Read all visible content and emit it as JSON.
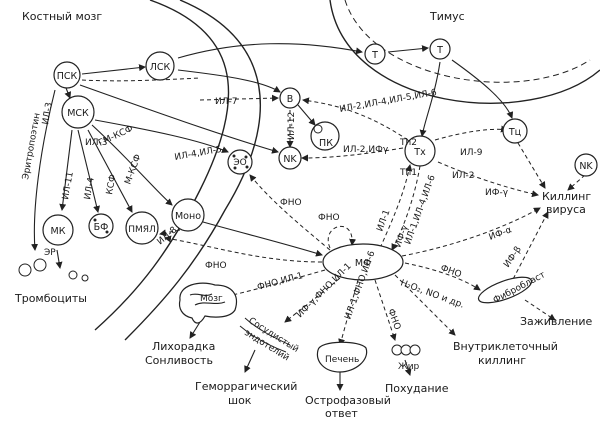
{
  "regions": {
    "bone_marrow": "Костный мозг",
    "thymus": "Тимус"
  },
  "cells": {
    "psk": "ПСК",
    "lsk": "ЛСК",
    "msk": "МСК",
    "t_thymus_1": "Т",
    "t_thymus_2": "Т",
    "b": "В",
    "pk": "ПК",
    "nk_center": "NK",
    "nk_right": "NK",
    "tc": "Тц",
    "th": "Тх",
    "eo": "ЭО",
    "mono": "Моно",
    "mk": "МК",
    "bf": "БФ",
    "pmyal": "ПМЯЛ",
    "er": "ЭР",
    "mf": "МФ"
  },
  "cytokines": {
    "erythropoietin": "Эритропоэтин",
    "il3_a": "ИЛ-3",
    "il3_b": "ИЛ-3",
    "il7": "ИЛ-7",
    "il12": "ИЛ-12",
    "il245": "ИЛ-2,ИЛ-4,ИЛ-5,ИЛ-6",
    "gm_csf": "ГМ-КСФ",
    "il4_il5": "ИЛ-4,ИЛ-5",
    "il2_ifg": "ИЛ-2,ИФγ",
    "th2": "Тh2",
    "th1": "Тh1",
    "il9": "ИЛ-9",
    "il2": "ИЛ-2",
    "if_gamma": "ИФ-γ",
    "il11": "ИЛ-11",
    "il4": "ИЛ-4",
    "csf": "КСФ",
    "m_csf": "М-КСФ",
    "il8": "ИЛ-8",
    "fno_top": "ФНО",
    "fno_loop": "ФНО",
    "fno_left": "ФНО",
    "il1": "ИЛ-1",
    "if_gamma_mf": "ИФ-γ",
    "il_1_4_6": "ИЛ-1,ИЛ-4,ИЛ-6",
    "if_alpha": "ИФ-α",
    "fno_il1": "ФНО,ИЛ-1",
    "if_fno_ilg": "ИФ-γ,ФНО,ИЛ-1",
    "il1_fno_il6": "ИЛ-1,ФНО,ИЛ-6",
    "fno_fat": "ФНО",
    "h2o2": "H₂O₂, NO и др.",
    "fno_fibro": "ФНО",
    "if_beta": "ИФ-β"
  },
  "targets": {
    "thrombocytes": "Тромбоциты",
    "brain": "Мозг",
    "fever": "Лихорадка",
    "somnolence": "Сонливость",
    "endothelium_1": "Сосудистый",
    "endothelium_2": "эндотелий",
    "hemorrhagic_1": "Геморрагический",
    "hemorrhagic_2": "шок",
    "liver": "Печень",
    "acute_phase_1": "Острофазовый",
    "acute_phase_2": "ответ",
    "fat": "Жир",
    "weight_loss": "Похудание",
    "fibroblast": "Фибробласт",
    "healing": "Заживление",
    "killing_virus_1": "Киллинг",
    "killing_virus_2": "вируса",
    "intracellular_1": "Внутриклеточный",
    "intracellular_2": "киллинг"
  }
}
